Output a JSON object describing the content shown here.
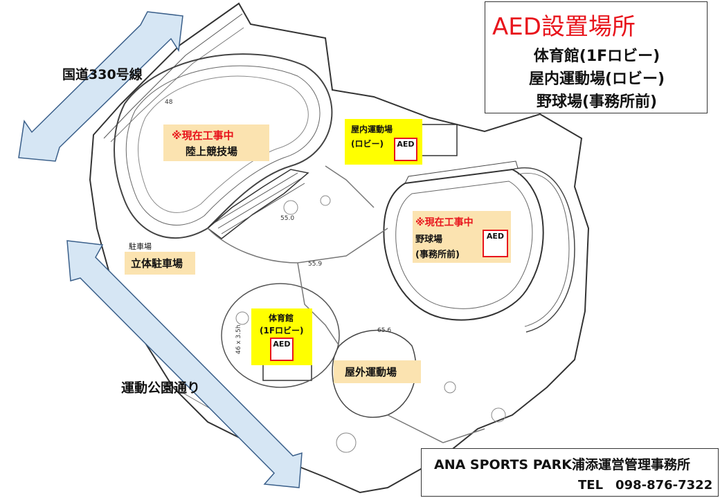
{
  "legend": {
    "title": "AED設置場所",
    "lines": [
      "体育館(1Fロビー)",
      "屋内運動場(ロビー)",
      "野球場(事務所前)"
    ]
  },
  "roads": {
    "route330": "国道330号線",
    "park_street": "運動公園通り"
  },
  "facilities": {
    "stadium": {
      "notice": "※現在工事中",
      "name": "陸上競技場"
    },
    "indoor": {
      "line1": "屋内運動場",
      "line2": "(ロビー)"
    },
    "baseball": {
      "notice": "※現在工事中",
      "line1": "野球場",
      "line2": "(事務所前)"
    },
    "parking_small": "駐車場",
    "parking": "立体駐車場",
    "gym": {
      "line1": "体育館",
      "line2": "(1Fロビー)"
    },
    "outdoor": "屋外運動場"
  },
  "aed_label": "AED",
  "map_marks": {
    "m1": "48",
    "m2": "55.0",
    "m3": "65.6",
    "m4": "46 x 3.5h",
    "m5": "55.9"
  },
  "contact": {
    "name": "ANA SPORTS PARK浦添運営管理事務所",
    "phone": "TEL　098-876-7322"
  },
  "colors": {
    "red": "#e8141c",
    "yellow": "#ffff00",
    "beige": "#fbe3b0",
    "arrow_fill": "#d6e6f4",
    "arrow_stroke": "#3a5f8a"
  }
}
